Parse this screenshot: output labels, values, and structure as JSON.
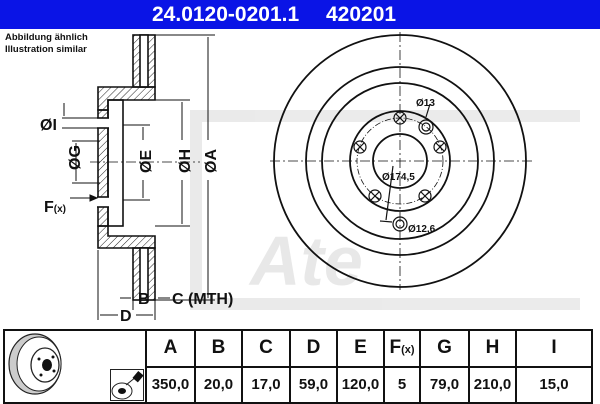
{
  "header": {
    "part_number": "24.0120-0201.1",
    "code": "420201",
    "background_color": "#0a14e6"
  },
  "note": {
    "line1": "Abbildung ähnlich",
    "line2": "Illustration similar"
  },
  "side_view": {
    "labels": {
      "I": "ØI",
      "G": "ØG",
      "E": "ØE",
      "H": "ØH",
      "A": "ØA",
      "F": "F",
      "F_sup": "(x)",
      "B": "B",
      "C": "C (MTH)",
      "D": "D"
    }
  },
  "front_view": {
    "labels": {
      "bolt_hole": "Ø13",
      "bolt_circle": "Ø174,5",
      "pin_hole": "Ø12,6"
    },
    "watermark": "Ate"
  },
  "spec_table": {
    "columns": [
      {
        "key": "A",
        "label": "A",
        "value": "350,0"
      },
      {
        "key": "B",
        "label": "B",
        "value": "20,0"
      },
      {
        "key": "C",
        "label": "C",
        "value": "17,0"
      },
      {
        "key": "D",
        "label": "D",
        "value": "59,0"
      },
      {
        "key": "E",
        "label": "E",
        "value": "120,0"
      },
      {
        "key": "F",
        "label": "F",
        "label_sup": "(x)",
        "value": "5"
      },
      {
        "key": "G",
        "label": "G",
        "value": "79,0"
      },
      {
        "key": "H",
        "label": "H",
        "value": "210,0"
      },
      {
        "key": "I",
        "label": "I",
        "value": "15,0"
      }
    ],
    "icons": [
      "brake-disc-icon",
      "coating-spray-icon"
    ]
  }
}
